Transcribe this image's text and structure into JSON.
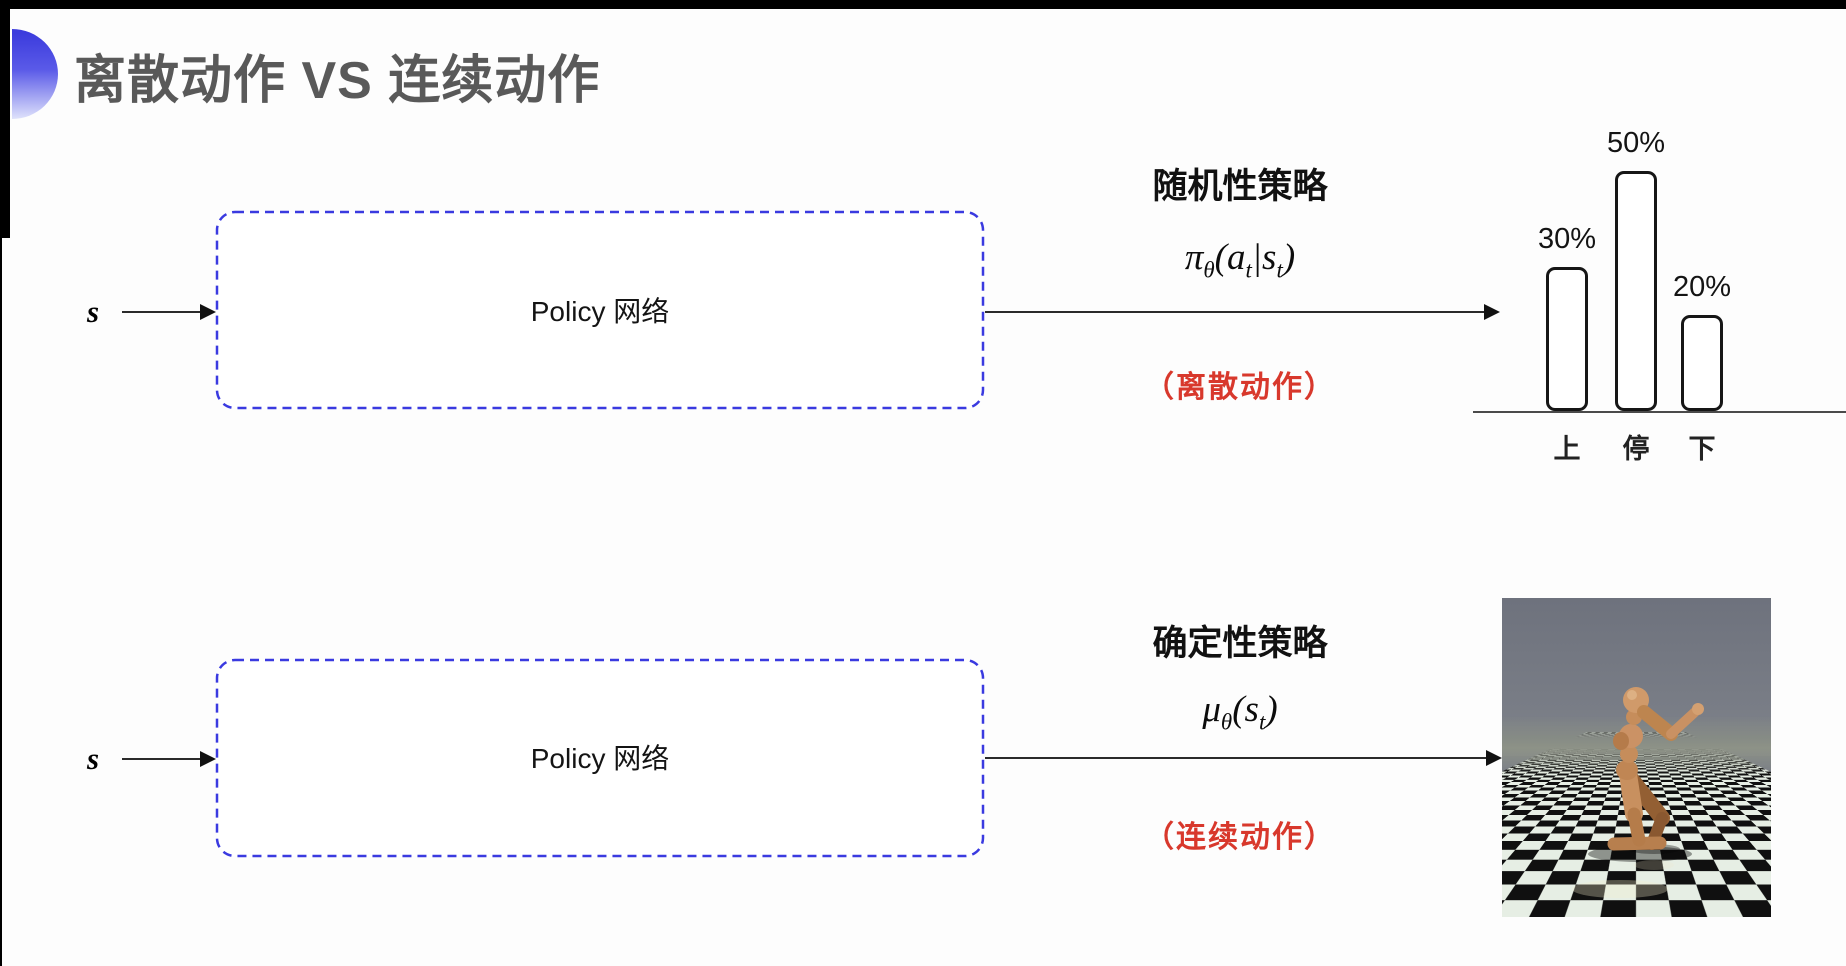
{
  "page": {
    "title": "离散动作 VS 连续动作"
  },
  "rows": [
    {
      "input_label": "s",
      "box_label": "Policy 网络",
      "policy_type": "随机性策略",
      "formula": [
        [
          "π",
          0
        ],
        [
          "θ",
          1
        ],
        [
          "(a",
          0
        ],
        [
          "t",
          1
        ],
        [
          "|s",
          0
        ],
        [
          "t",
          1
        ],
        [
          ")",
          0
        ]
      ],
      "action_note": "（离散动作）"
    },
    {
      "input_label": "s",
      "box_label": "Policy 网络",
      "policy_type": "确定性策略",
      "formula": [
        [
          "μ",
          0
        ],
        [
          "θ",
          1
        ],
        [
          "(s",
          0
        ],
        [
          "t",
          1
        ],
        [
          ")",
          0
        ]
      ],
      "action_note": "（连续动作）"
    }
  ],
  "chart_data": {
    "type": "bar",
    "categories": [
      "上",
      "停",
      "下"
    ],
    "values": [
      30,
      50,
      20
    ],
    "value_labels": [
      "30%",
      "50%",
      "20%"
    ],
    "title": "",
    "xlabel": "",
    "ylabel": "",
    "ylim": [
      0,
      55
    ],
    "grid": false,
    "legend": false
  },
  "colors": {
    "accent_blue": "#3a3ae0",
    "note_red": "#d8382c",
    "title_gray": "#595959",
    "arrow_black": "#111111"
  }
}
